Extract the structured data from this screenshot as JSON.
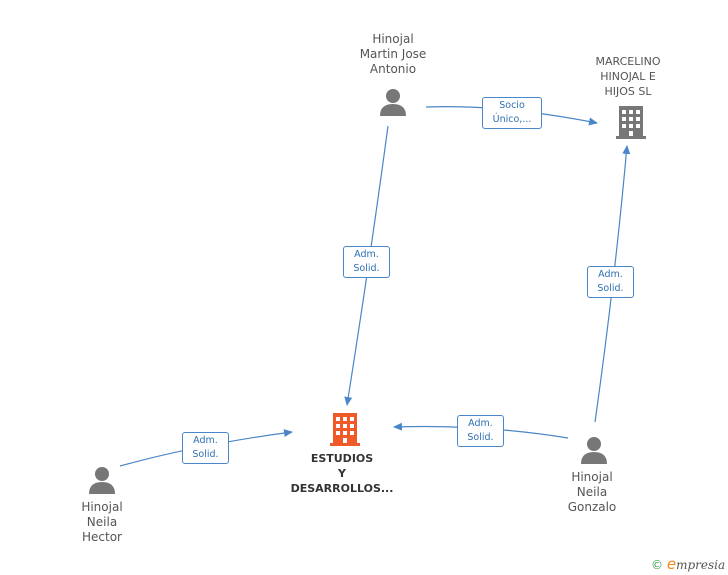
{
  "nodes": {
    "martin": {
      "lines": [
        "Hinojal",
        "Martin Jose",
        "Antonio"
      ]
    },
    "marcelino": {
      "lines": [
        "MARCELINO",
        "HINOJAL E",
        "HIJOS  SL"
      ]
    },
    "estudios": {
      "lines": [
        "ESTUDIOS",
        "Y",
        "DESARROLLOS..."
      ]
    },
    "hector": {
      "lines": [
        "Hinojal",
        "Neila",
        "Hector"
      ]
    },
    "gonzalo": {
      "lines": [
        "Hinojal",
        "Neila",
        "Gonzalo"
      ]
    }
  },
  "edges": {
    "martin_marcelino": {
      "lines": [
        "Socio",
        "Único,..."
      ]
    },
    "martin_estudios": {
      "lines": [
        "Adm.",
        "Solid."
      ]
    },
    "gonzalo_marcelino": {
      "lines": [
        "Adm.",
        "Solid."
      ]
    },
    "gonzalo_estudios": {
      "lines": [
        "Adm.",
        "Solid."
      ]
    },
    "hector_estudios": {
      "lines": [
        "Adm.",
        "Solid."
      ]
    }
  },
  "footer": {
    "copyright": "©",
    "brand_initial": "e",
    "brand_rest": "mpresia"
  },
  "colors": {
    "edge": "#4a86c8",
    "person": "#777777",
    "company": "#777777",
    "main_company": "#f05a28"
  }
}
